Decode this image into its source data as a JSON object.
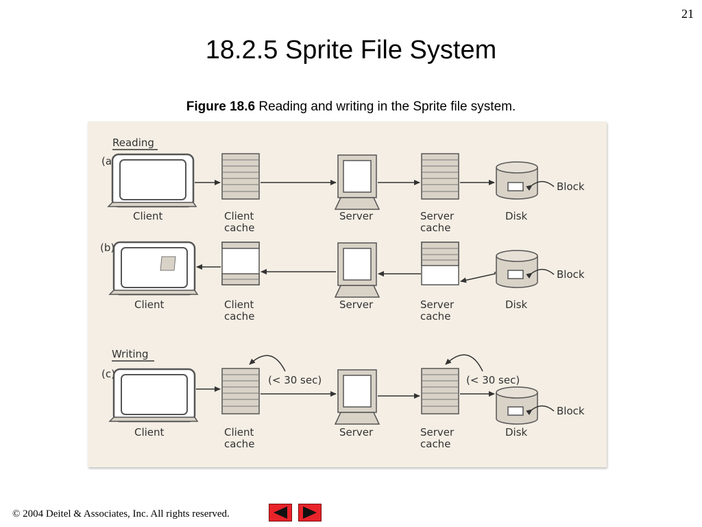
{
  "slide": {
    "number": "21",
    "title": "18.2.5 Sprite File System",
    "caption_bold": "Figure 18.6",
    "caption_text": " Reading and writing in the Sprite file system.",
    "footer": "© 2004 Deitel & Associates, Inc.  All rights reserved."
  },
  "diagram": {
    "reading_heading": "Reading",
    "writing_heading": "Writing",
    "rows": [
      {
        "tag": "(a)",
        "client": "Client",
        "client_cache": [
          "Client",
          "cache"
        ],
        "server": "Server",
        "server_cache": [
          "Server",
          "cache"
        ],
        "disk": "Disk",
        "block": "Block"
      },
      {
        "tag": "(b)",
        "client": "Client",
        "client_cache": [
          "Client",
          "cache"
        ],
        "server": "Server",
        "server_cache": [
          "Server",
          "cache"
        ],
        "disk": "Disk",
        "block": "Block"
      },
      {
        "tag": "(c)",
        "client": "Client",
        "client_cache": [
          "Client",
          "cache"
        ],
        "server": "Server",
        "server_cache": [
          "Server",
          "cache"
        ],
        "disk": "Disk",
        "block": "Block",
        "delay_client": "(< 30 sec)",
        "delay_server": "(< 30 sec)"
      }
    ]
  },
  "colors": {
    "figure_bg": "#f4eee4",
    "component_fill": "#d9d2c7",
    "nav_red": "#e8232a"
  },
  "nav": {
    "prev": "previous-slide",
    "next": "next-slide"
  }
}
